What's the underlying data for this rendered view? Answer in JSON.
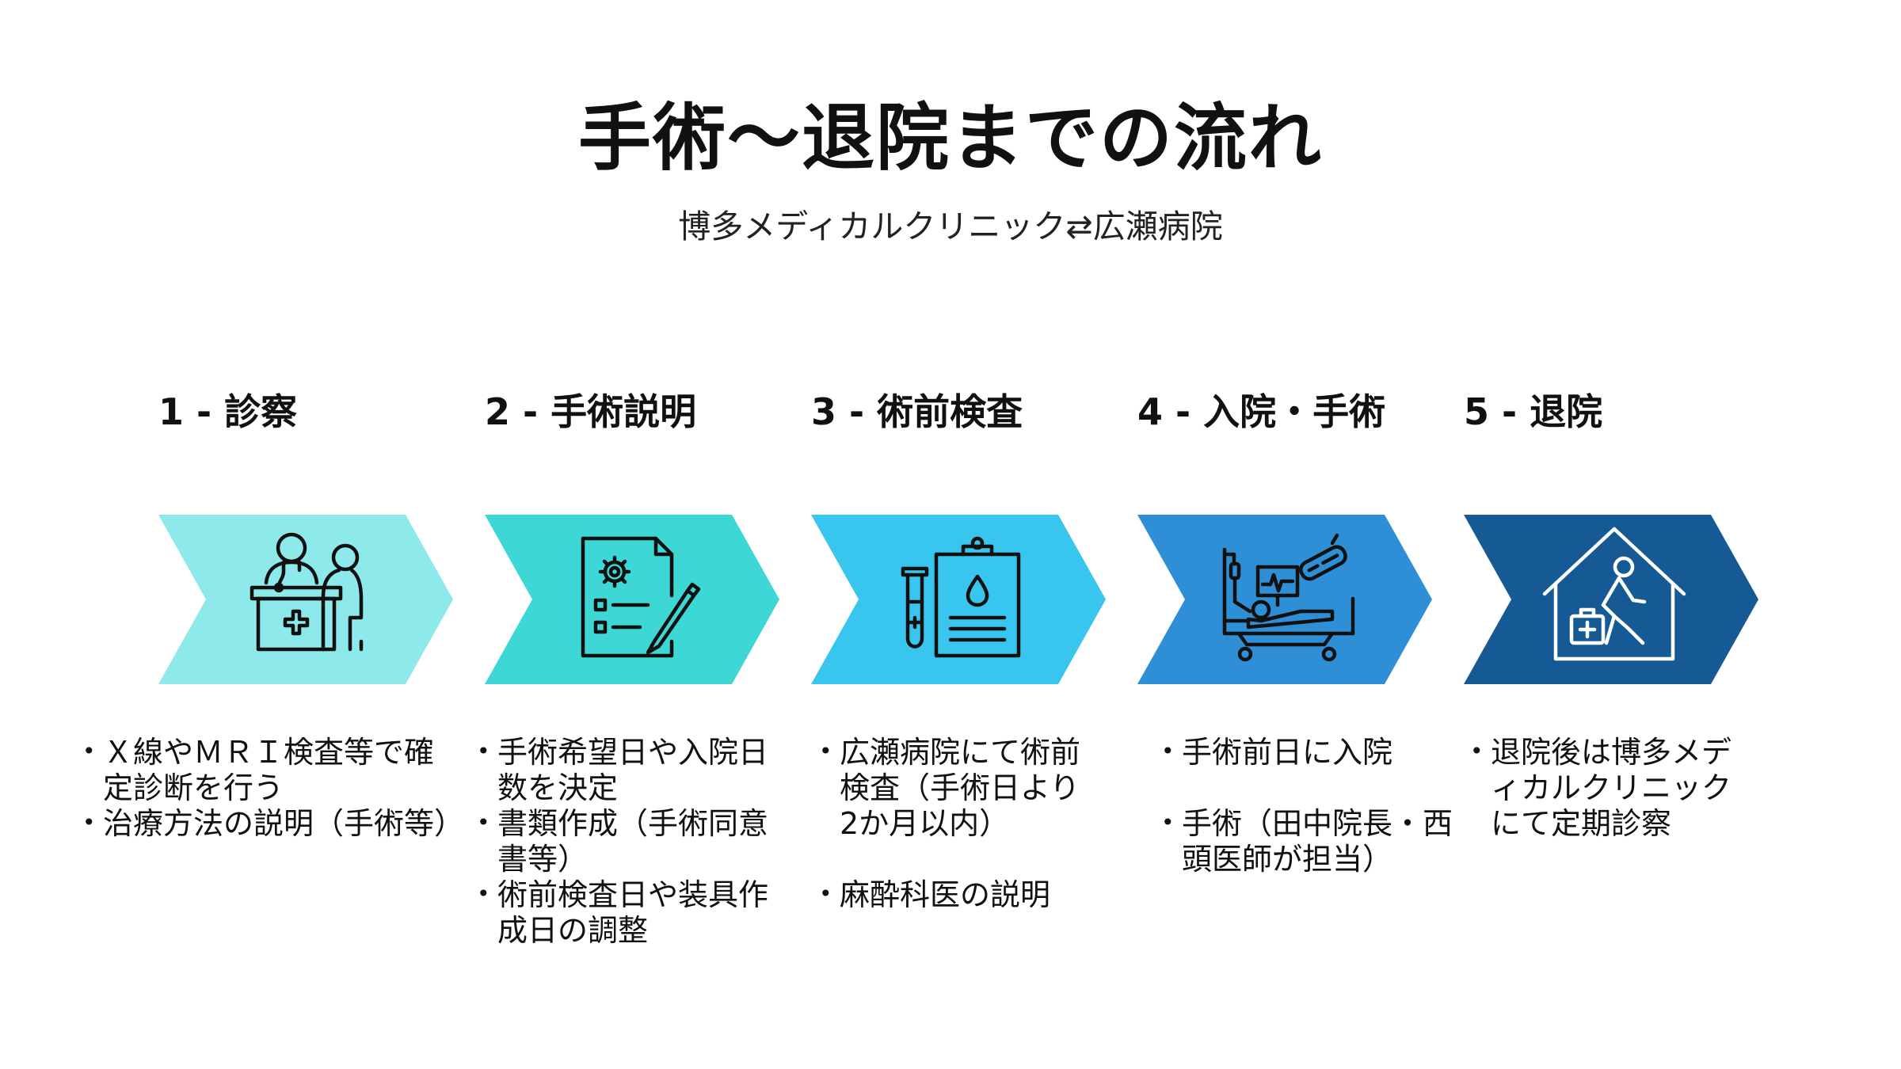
{
  "title": "手術〜退院までの流れ",
  "subtitle": "博多メディカルクリニック⇄広瀬病院",
  "steps": [
    {
      "label": "1 - 診察",
      "color": "#8EE9EA",
      "icon": "doctor-consultation-icon",
      "bullets": [
        "Ｘ線やＭＲＩ検査等で確定診断を行う",
        "治療方法の説明（手術等）"
      ]
    },
    {
      "label": "2 - 手術説明",
      "color": "#3DD7D6",
      "icon": "document-pen-icon",
      "bullets": [
        "手術希望日や入院日数を決定",
        "書類作成（手術同意書等）",
        "術前検査日や装具作成日の調整"
      ]
    },
    {
      "label": "3 - 術前検査",
      "color": "#38C5EE",
      "icon": "blood-test-clipboard-icon",
      "bullets": [
        "広瀬病院にて術前検査（手術日より2か月以内）",
        "麻酔科医の説明"
      ]
    },
    {
      "label": "4 - 入院・手術",
      "color": "#2F8FD6",
      "icon": "hospital-bed-icon",
      "bullets": [
        "手術前日に入院",
        "手術（田中院長・西頭医師が担当）"
      ]
    },
    {
      "label": "5 - 退院",
      "color": "#165A95",
      "icon": "house-discharge-icon",
      "bullets": [
        "退院後は博多メディカルクリニックにて定期診察"
      ]
    }
  ]
}
